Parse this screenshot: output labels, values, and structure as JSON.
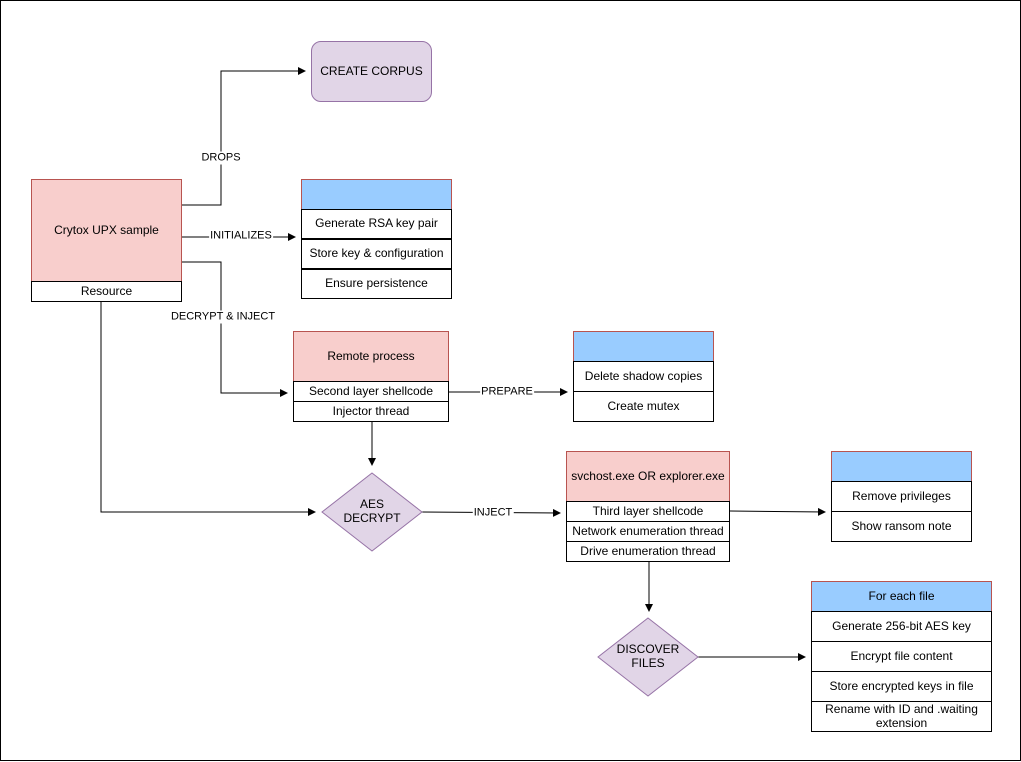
{
  "corpus": {
    "label": "CREATE CORPUS"
  },
  "sample": {
    "title": "Crytox UPX sample",
    "resource": "Resource"
  },
  "init_group": {
    "items": [
      "Generate RSA key pair",
      "Store key & configuration",
      "Ensure persistence"
    ]
  },
  "remote": {
    "title": "Remote process",
    "items": [
      "Second layer shellcode",
      "Injector thread"
    ]
  },
  "prepare_group": {
    "items": [
      "Delete shadow copies",
      "Create mutex"
    ]
  },
  "aes": {
    "label": "AES\nDECRYPT"
  },
  "svchost": {
    "title": "svchost.exe OR explorer.exe",
    "items": [
      "Third layer shellcode",
      "Network enumeration thread",
      "Drive enumeration thread"
    ]
  },
  "priv_group": {
    "items": [
      "Remove privileges",
      "Show ransom note"
    ]
  },
  "discover": {
    "label": "DISCOVER\nFILES"
  },
  "files_group": {
    "title": "For each file",
    "items": [
      "Generate 256-bit AES key",
      "Encrypt file content",
      "Store encrypted keys in file",
      "Rename with ID and .waiting extension"
    ]
  },
  "edges": {
    "drops": "DROPS",
    "initializes": "INITIALIZES",
    "decrypt_inject": "DECRYPT & INJECT",
    "prepare": "PREPARE",
    "inject": "INJECT"
  },
  "colors": {
    "pink_fill": "#f8cecc",
    "pink_stroke": "#b85450",
    "blue_fill": "#99ccff",
    "purple_fill": "#e1d5e7",
    "purple_stroke": "#9673a6"
  }
}
